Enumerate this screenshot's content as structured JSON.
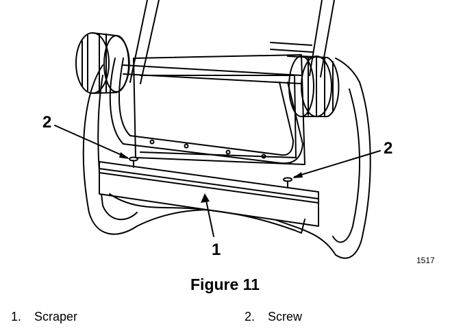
{
  "figure": {
    "title": "Figure 11",
    "drawing_id": "1517",
    "callouts": [
      "2",
      "2",
      "1"
    ],
    "legend": [
      {
        "number": "1.",
        "label": "Scraper"
      },
      {
        "number": "2.",
        "label": "Screw"
      }
    ]
  }
}
